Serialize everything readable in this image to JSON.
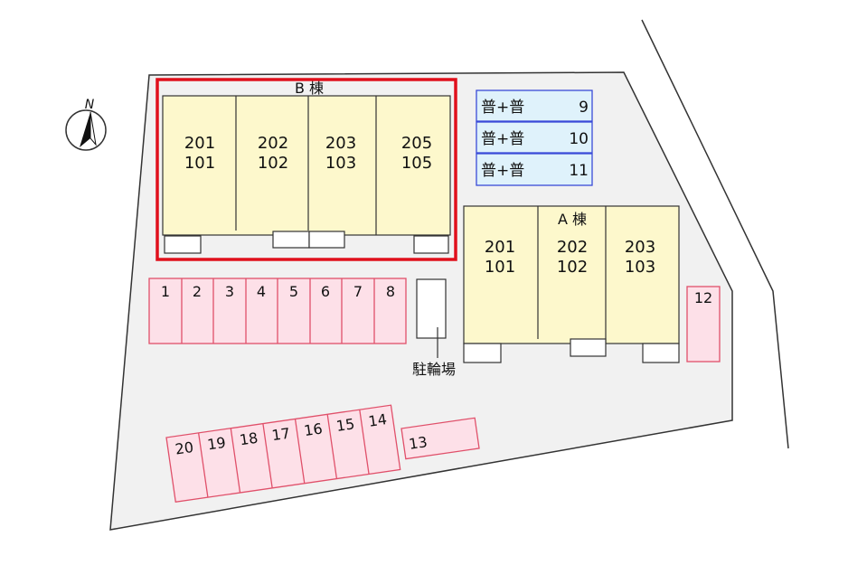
{
  "compass": {
    "label": "N"
  },
  "building_b": {
    "name": "B 棟",
    "units": [
      {
        "upper": "201",
        "lower": "101"
      },
      {
        "upper": "202",
        "lower": "102"
      },
      {
        "upper": "203",
        "lower": "103"
      },
      {
        "upper": "205",
        "lower": "105"
      }
    ]
  },
  "building_a": {
    "name": "A 棟",
    "units": [
      {
        "upper": "201",
        "lower": "101"
      },
      {
        "upper": "202",
        "lower": "102"
      },
      {
        "upper": "203",
        "lower": "103"
      }
    ]
  },
  "regular_parking": [
    {
      "label": "普+普",
      "number": "9"
    },
    {
      "label": "普+普",
      "number": "10"
    },
    {
      "label": "普+普",
      "number": "11"
    }
  ],
  "parking_row_top": [
    "1",
    "2",
    "3",
    "4",
    "5",
    "6",
    "7",
    "8"
  ],
  "parking_row_bottom": [
    "20",
    "19",
    "18",
    "17",
    "16",
    "15",
    "14"
  ],
  "parking_13": "13",
  "parking_12": "12",
  "bicycle_parking": "駐輪場",
  "colors": {
    "lot": "#f1f1f1",
    "building_fill": "#fdf8cc",
    "parking_fill": "#fde0e8",
    "parking_stroke": "#e0506a",
    "regular_fill": "#dff2fb",
    "regular_stroke": "#3a4bd8",
    "highlight": "#e0101c"
  }
}
